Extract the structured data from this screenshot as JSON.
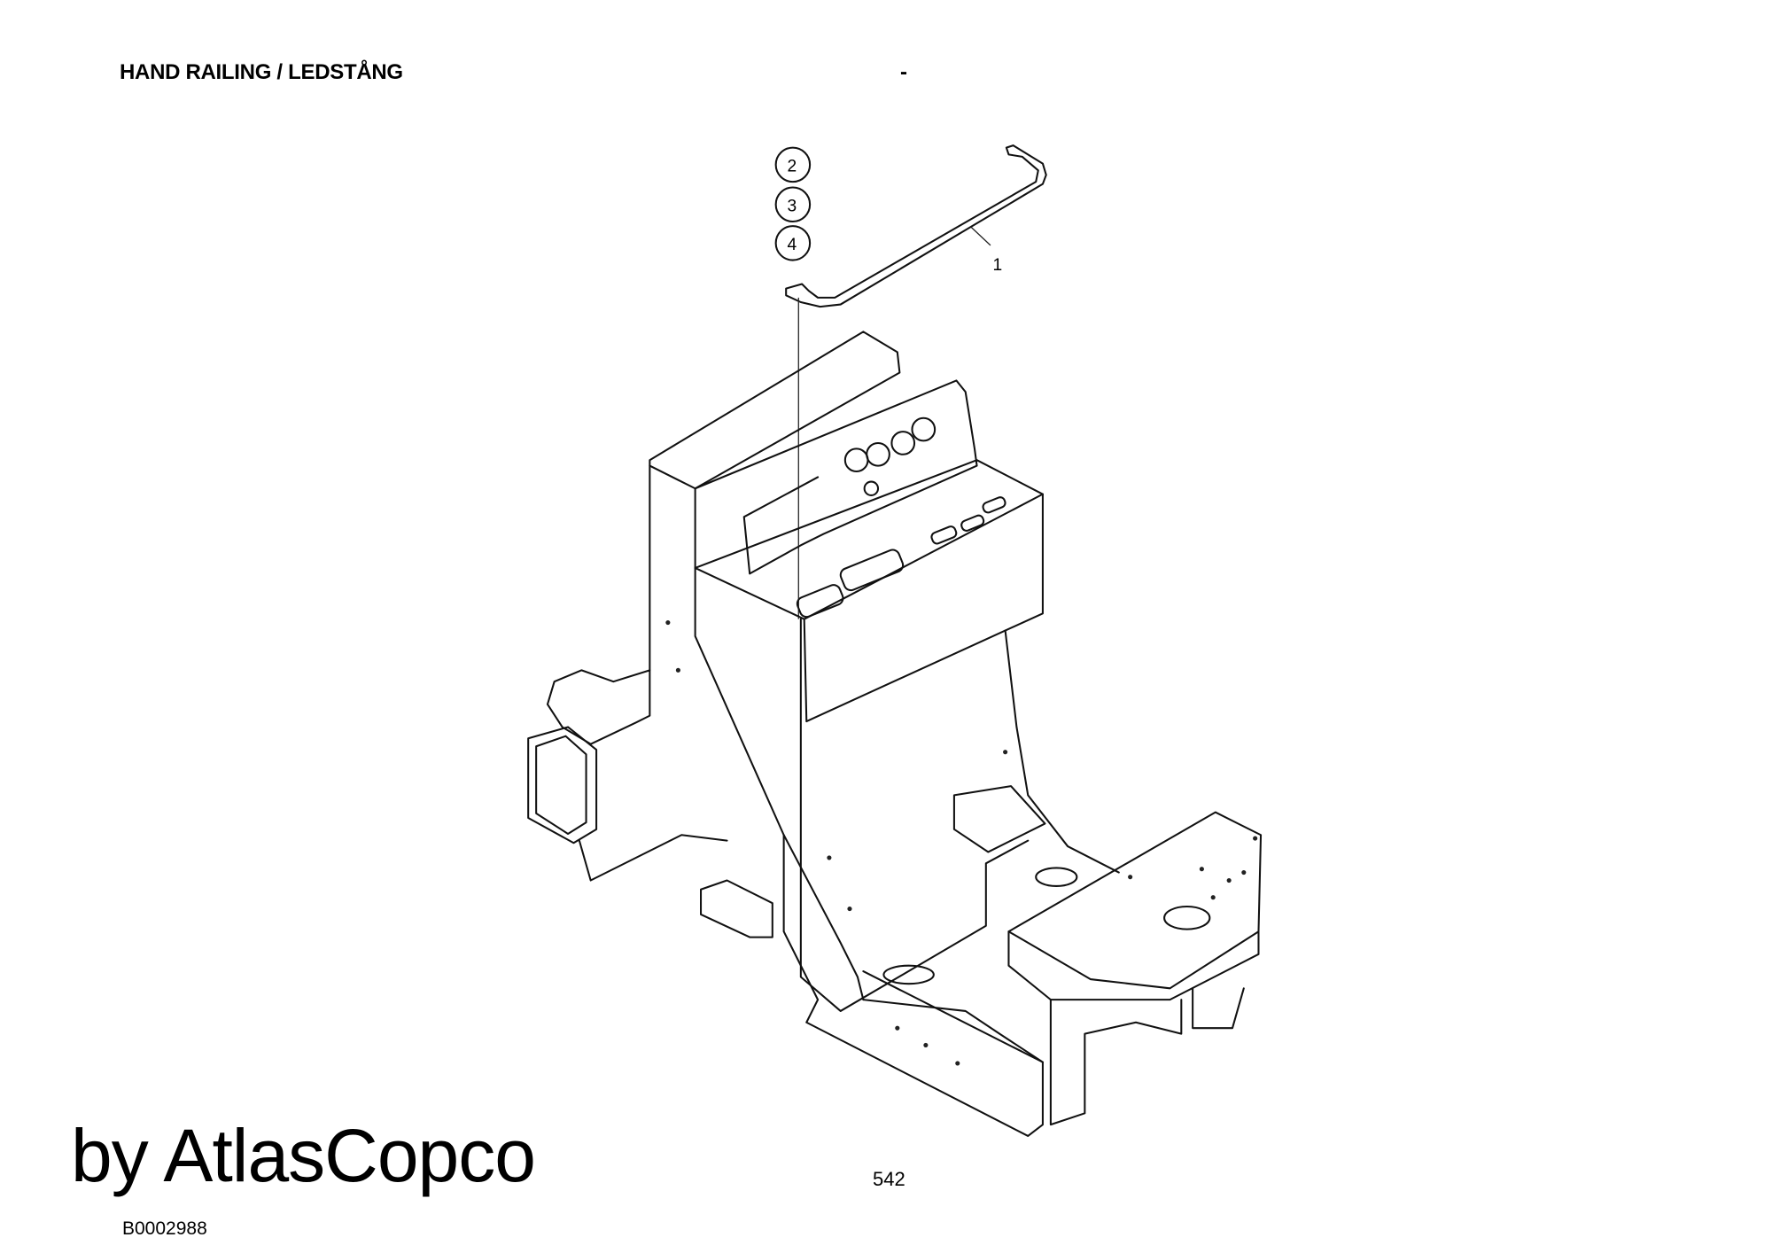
{
  "header": {
    "title": "HAND RAILING / LEDSTÅNG",
    "variant": "-"
  },
  "callouts": {
    "item1": "1",
    "item2": "2",
    "item3": "3",
    "item4": "4"
  },
  "footer": {
    "document_id": "B0002988",
    "page_number": "542",
    "watermark": "by AtlasCopco"
  }
}
